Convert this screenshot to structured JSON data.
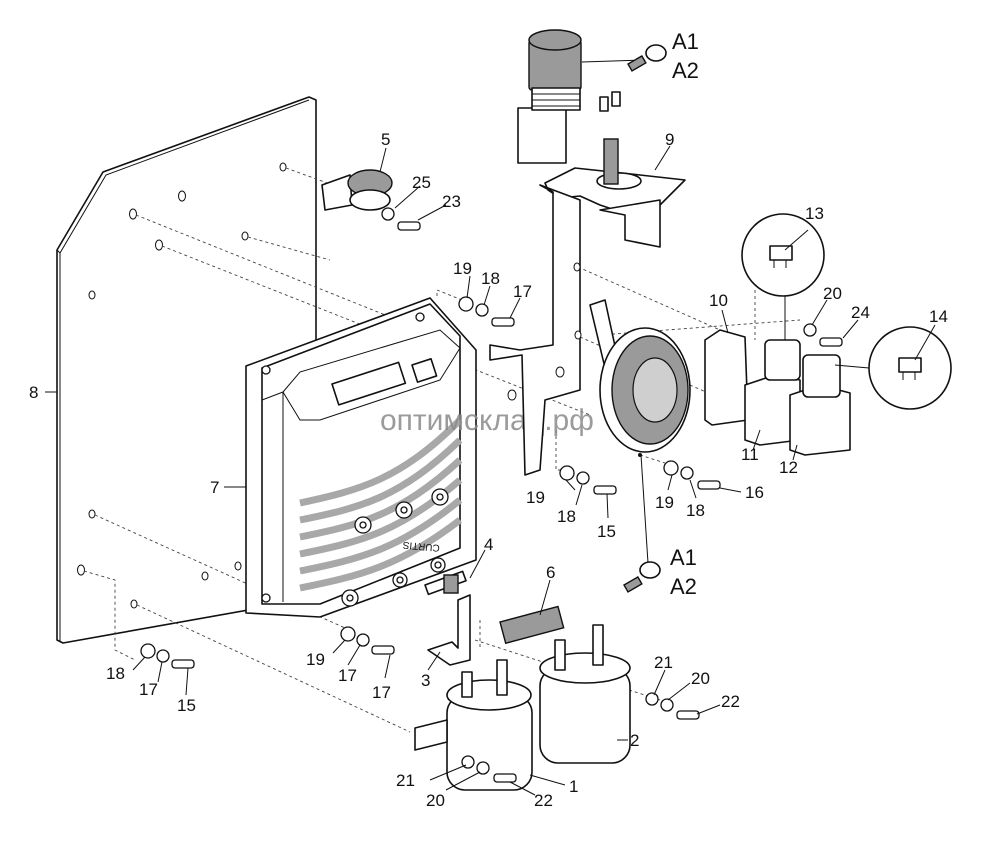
{
  "diagram": {
    "type": "exploded-parts-diagram",
    "watermark": "оптимсклад.рф",
    "controller_brand_text": "CURTIS",
    "callouts": [
      {
        "id": "p1",
        "text": "1"
      },
      {
        "id": "p2",
        "text": "2"
      },
      {
        "id": "p3",
        "text": "3"
      },
      {
        "id": "p4",
        "text": "4"
      },
      {
        "id": "p5",
        "text": "5"
      },
      {
        "id": "p6",
        "text": "6"
      },
      {
        "id": "p7",
        "text": "7"
      },
      {
        "id": "p8",
        "text": "8"
      },
      {
        "id": "p9",
        "text": "9"
      },
      {
        "id": "p10",
        "text": "10"
      },
      {
        "id": "p11",
        "text": "11"
      },
      {
        "id": "p12",
        "text": "12"
      },
      {
        "id": "p13",
        "text": "13"
      },
      {
        "id": "p14",
        "text": "14"
      },
      {
        "id": "p15a",
        "text": "15"
      },
      {
        "id": "p15b",
        "text": "15"
      },
      {
        "id": "p16",
        "text": "16"
      },
      {
        "id": "p17a",
        "text": "17"
      },
      {
        "id": "p17b",
        "text": "17"
      },
      {
        "id": "p18a",
        "text": "18"
      },
      {
        "id": "p18b",
        "text": "18"
      },
      {
        "id": "p18c",
        "text": "18"
      },
      {
        "id": "p18d",
        "text": "18"
      },
      {
        "id": "p19a",
        "text": "19"
      },
      {
        "id": "p19b",
        "text": "19"
      },
      {
        "id": "p19c",
        "text": "19"
      },
      {
        "id": "p19d",
        "text": "19"
      },
      {
        "id": "p20a",
        "text": "20"
      },
      {
        "id": "p20b",
        "text": "20"
      },
      {
        "id": "p20c",
        "text": "20"
      },
      {
        "id": "p21a",
        "text": "21"
      },
      {
        "id": "p21b",
        "text": "21"
      },
      {
        "id": "p22a",
        "text": "22"
      },
      {
        "id": "p22b",
        "text": "22"
      },
      {
        "id": "p23",
        "text": "23"
      },
      {
        "id": "p24",
        "text": "24"
      },
      {
        "id": "p25",
        "text": "25"
      }
    ],
    "wire_refs": [
      {
        "id": "top",
        "lines": [
          "A1",
          "A2"
        ]
      },
      {
        "id": "bottom",
        "lines": [
          "A1",
          "A2"
        ]
      }
    ]
  }
}
